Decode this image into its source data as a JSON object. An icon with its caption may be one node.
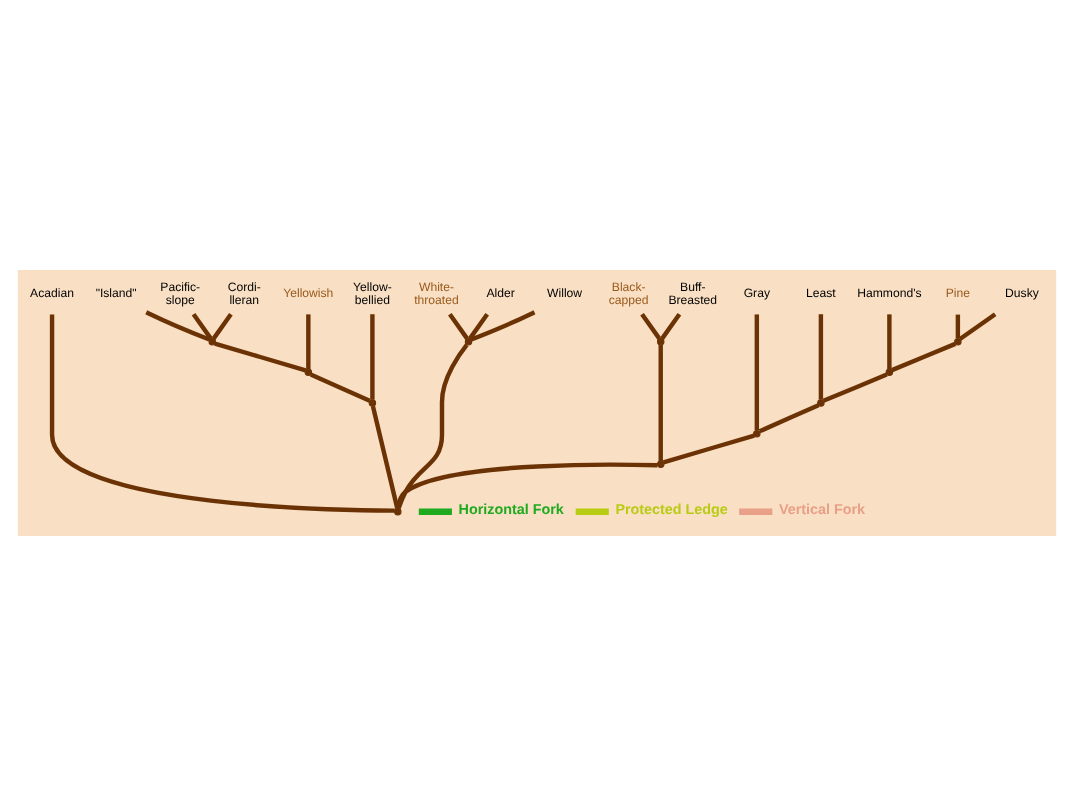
{
  "diagram": {
    "nodes": [
      {
        "text": [
          "Acadian"
        ]
      },
      {
        "text": [
          "\"Island\""
        ]
      },
      {
        "text": [
          "Pacific- slope"
        ]
      },
      {
        "text": [
          "Cordi- lleran"
        ]
      },
      {
        "text": [
          "Yellowish"
        ]
      },
      {
        "text": [
          "Yellow- bellied"
        ]
      },
      {
        "text": [
          "White- throated"
        ]
      },
      {
        "text": [
          "Alder"
        ]
      },
      {
        "text": [
          "Willow"
        ]
      },
      {
        "text": [
          "Black- capped"
        ]
      },
      {
        "text": [
          "Buff- Breasted"
        ]
      },
      {
        "text": [
          "Gray"
        ]
      },
      {
        "text": [
          "Least"
        ]
      },
      {
        "text": [
          "Hammond's"
        ]
      },
      {
        "text": [
          "Pine"
        ]
      },
      {
        "text": [
          "Dusky"
        ]
      },
      {
        "text": [],
        "shape": "point"
      },
      {
        "text": [],
        "shape": "point"
      },
      {
        "text": [],
        "shape": "point"
      },
      {
        "text": [],
        "shape": "point"
      },
      {
        "text": [],
        "shape": "point"
      },
      {
        "text": [],
        "shape": "point"
      },
      {
        "text": [],
        "shape": "point"
      },
      {
        "text": [],
        "shape": "point"
      },
      {
        "text": [],
        "shape": "point"
      },
      {
        "text": [],
        "shape": "point"
      },
      {
        "text": [],
        "shape": "point"
      }
    ],
    "edges": [
      {
        "from": 26,
        "to": 0,
        "arrow": "none"
      },
      {
        "from": 26,
        "to": 23,
        "arrow": "none"
      },
      {
        "from": 26,
        "to": 20,
        "arrow": "none"
      },
      {
        "from": 26,
        "to": 25,
        "arrow": "none"
      },
      {
        "from": 23,
        "to": 21,
        "arrow": "none"
      },
      {
        "from": 23,
        "to": 5,
        "arrow": "none"
      },
      {
        "from": 21,
        "to": 16,
        "arrow": "none"
      },
      {
        "from": 21,
        "to": 4,
        "arrow": "none"
      },
      {
        "from": 16,
        "to": 1,
        "arrow": "none"
      },
      {
        "from": 16,
        "to": 2,
        "arrow": "none"
      },
      {
        "from": 16,
        "to": 3,
        "arrow": "none"
      },
      {
        "from": 20,
        "to": 6,
        "arrow": "none"
      },
      {
        "from": 20,
        "to": 7,
        "arrow": "none"
      },
      {
        "from": 20,
        "to": 8,
        "arrow": "none"
      },
      {
        "from": 25,
        "to": 19,
        "arrow": "none"
      },
      {
        "from": 25,
        "to": 24,
        "arrow": "none"
      },
      {
        "from": 19,
        "to": 9,
        "arrow": "none"
      },
      {
        "from": 19,
        "to": 10,
        "arrow": "none"
      },
      {
        "from": 24,
        "to": 11,
        "arrow": "none"
      },
      {
        "from": 24,
        "to": 22,
        "arrow": "none"
      },
      {
        "from": 22,
        "to": 12,
        "arrow": "none"
      },
      {
        "from": 22,
        "to": 18,
        "arrow": "none"
      },
      {
        "from": 18,
        "to": 13,
        "arrow": "none"
      },
      {
        "from": 18,
        "to": 17,
        "arrow": "none"
      },
      {
        "from": 17,
        "to": 14,
        "arrow": "none"
      },
      {
        "from": 17,
        "to": 15,
        "arrow": "none"
      }
    ],
    "legend": [
      {
        "text": "Horizontal Fork",
        "color": "#1faa1f"
      },
      {
        "text": "Protected Ledge",
        "color": "#b8cc14"
      },
      {
        "text": "Vertical Fork",
        "color": "#e8a088"
      }
    ]
  }
}
